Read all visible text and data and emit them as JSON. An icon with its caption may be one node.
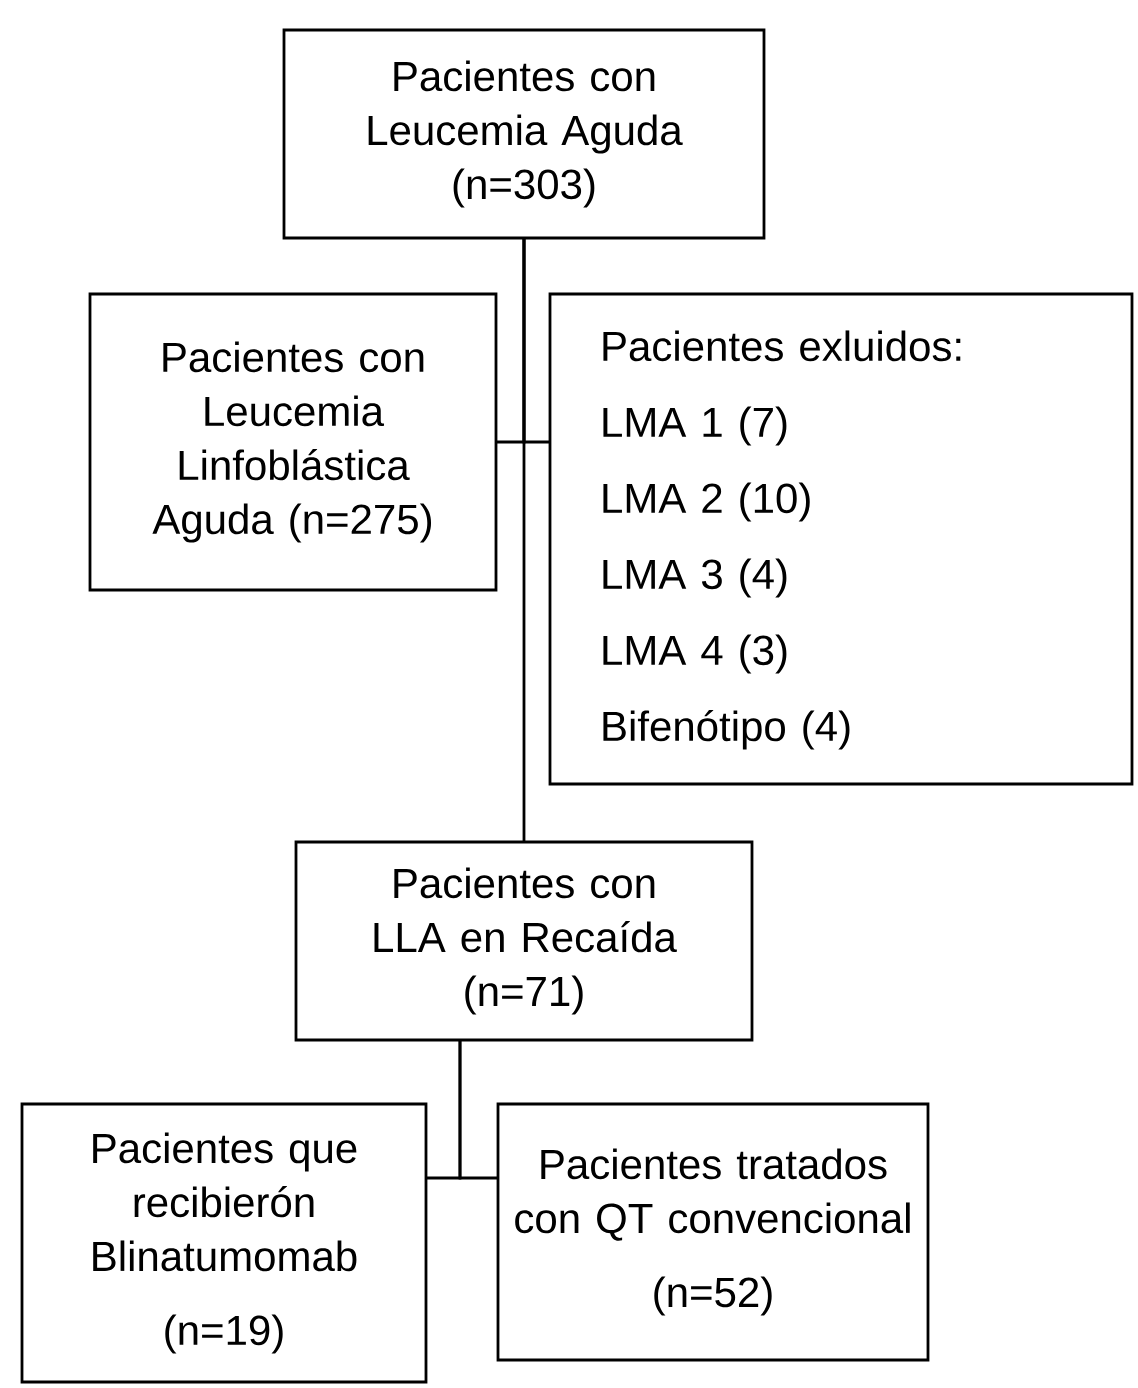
{
  "diagram": {
    "nodes": [
      {
        "text": [
          "Pacientes con Leucemia Aguda",
          "(n=303)"
        ]
      },
      {
        "text": [
          "Pacientes con Leucemia Linfoblástica Aguda (n=275)"
        ]
      },
      {
        "text": [
          "Pacientes exluidos:",
          "LMA 1 (7)",
          "LMA 2 (10)",
          "LMA 3 (4)",
          "LMA 4 (3)",
          "Bifenótipo (4)"
        ]
      },
      {
        "text": [
          "Pacientes con LLA en Recaída",
          "(n=71)"
        ]
      },
      {
        "text": [
          "Pacientes que recibierón Blinatumomab",
          "(n=19)"
        ]
      },
      {
        "text": [
          "Pacientes tratados con QT convencional",
          "(n=52)"
        ]
      }
    ],
    "edges": [
      {
        "from": 0,
        "to": 3,
        "arrow": "none"
      },
      {
        "from": 0,
        "to": 1,
        "arrow": "none"
      },
      {
        "from": 0,
        "to": 2,
        "arrow": "none"
      },
      {
        "from": 3,
        "to": 4,
        "arrow": "none"
      },
      {
        "from": 3,
        "to": 5,
        "arrow": "none"
      }
    ]
  }
}
